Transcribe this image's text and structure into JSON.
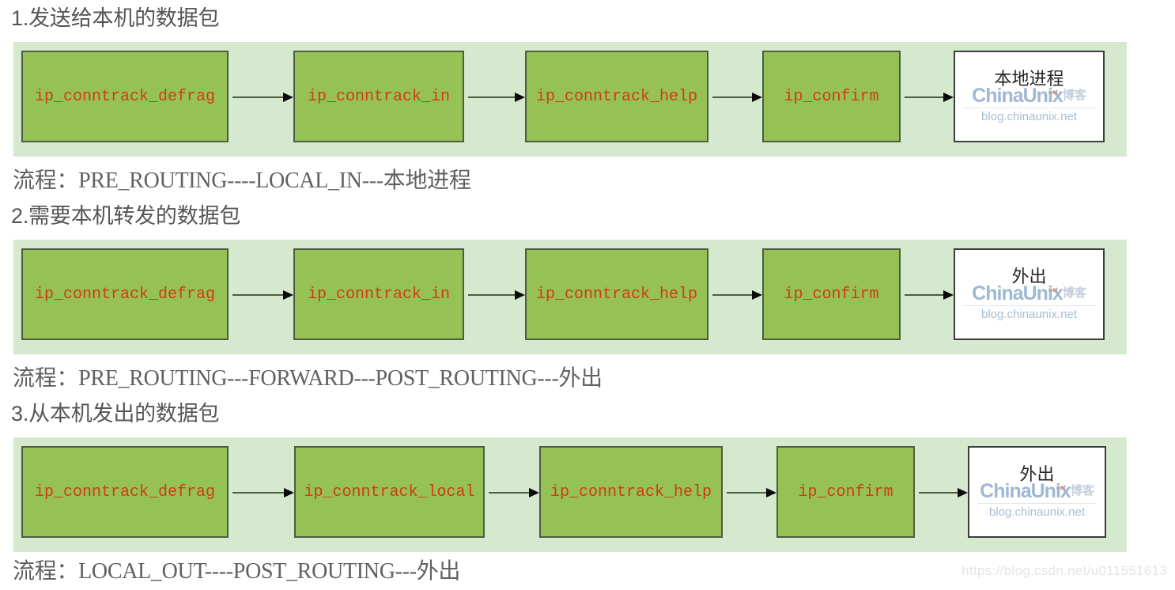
{
  "page": {
    "watermark_csdn": "https://blog.csdn.net/u011551613",
    "colors": {
      "band_background": "#d4e9cd",
      "node_fill": "#96c255",
      "node_border": "#4e5c41",
      "node_text": "#cf3b15",
      "heading_text": "#555555",
      "flow_text": "#616161",
      "terminal_fill": "#ffffff",
      "watermark_blue": "#9fb8d4"
    }
  },
  "chinaunix_watermark": {
    "brand": "ChinaUnix",
    "brand_suffix": "博客",
    "tick": "net",
    "url": "blog.chinaunix.net"
  },
  "sections": [
    {
      "heading": "1.发送给本机的数据包",
      "nodes": [
        "ip_conntrack_defrag",
        "ip_conntrack_in",
        "ip_conntrack_help",
        "ip_confirm"
      ],
      "terminal": "本地进程",
      "flow": "流程：PRE_ROUTING----LOCAL_IN---本地进程"
    },
    {
      "heading": "2.需要本机转发的数据包",
      "nodes": [
        "ip_conntrack_defrag",
        "ip_conntrack_in",
        "ip_conntrack_help",
        "ip_confirm"
      ],
      "terminal": "外出",
      "flow": "流程：PRE_ROUTING---FORWARD---POST_ROUTING---外出"
    },
    {
      "heading": "3.从本机发出的数据包",
      "nodes": [
        "ip_conntrack_defrag",
        "ip_conntrack_local",
        "ip_conntrack_help",
        "ip_confirm"
      ],
      "terminal": "外出",
      "flow": "流程：LOCAL_OUT----POST_ROUTING---外出"
    }
  ]
}
